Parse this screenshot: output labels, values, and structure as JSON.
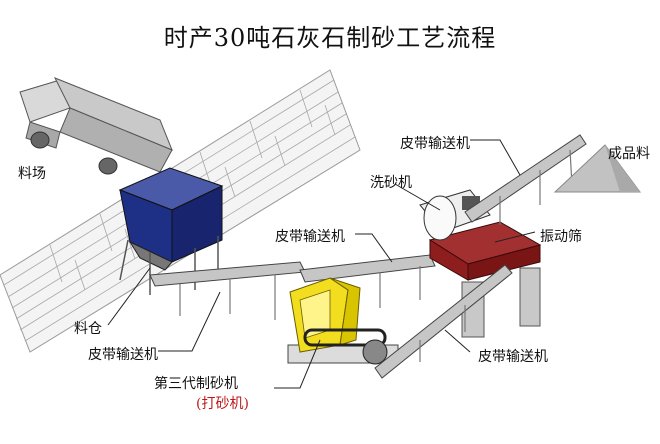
{
  "title": "时产30吨石灰石制砂工艺流程",
  "labels": {
    "material_yard": "料场",
    "material_bin": "料仓",
    "belt_conveyor_1": "皮带输送机",
    "belt_conveyor_2": "皮带输送机",
    "belt_conveyor_3": "皮带输送机",
    "belt_conveyor_4": "皮带输送机",
    "sand_washer": "洗砂机",
    "vibrating_screen": "振动筛",
    "finished_product": "成品料",
    "sand_maker": "第三代制砂机",
    "sand_maker_note": "(打砂机)"
  },
  "colors": {
    "bin_blue": "#1e2f86",
    "crusher_yellow": "#f2de1e",
    "screen_red": "#8e1d1d",
    "frame_gray": "#c6c6c6",
    "truck_gray": "#bdbdbd",
    "label_red": "#c0181a"
  }
}
